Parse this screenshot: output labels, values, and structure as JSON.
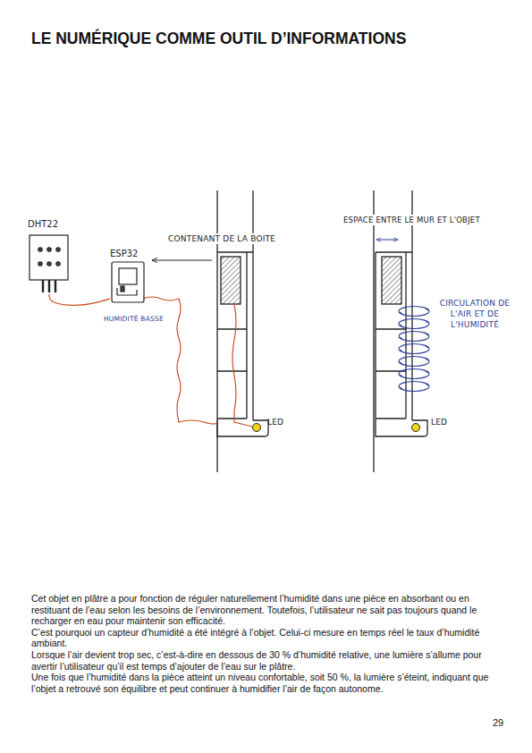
{
  "diagram": {
    "title": "LE NUMÉRIQUE COMME OUTIL D’INFORMATIONS",
    "nodes": [
      {
        "text": [
          "DHT22"
        ]
      },
      {
        "text": [
          "ESP32"
        ]
      }
    ],
    "edges": [
      {
        "from": 0,
        "to": 1,
        "arrow": "none"
      }
    ],
    "labels": [
      "CONTENANT DE LA BOITE",
      "HUMIDITÉ BASSE",
      "LED",
      "ESPACE ENTRE LE MUR ET L'OBJET",
      "CIRCULATION DE L'AIR ET DE L'HUMIDITÉ",
      "LED",
      "Cet objet en plâtre a pour fonction de réguler naturellement l’humidité dans une pièce en absorbant ou en restituant de l’eau selon les besoins de l’environnement. Toutefois, l’utilisateur ne sait pas toujours quand le recharger en eau pour maintenir son efficacité.",
      "C’est pourquoi un capteur d’humidité a été intégré à l’objet. Celui-ci mesure en temps réel le taux d’humidité ambiant.",
      "Lorsque l’air devient trop sec, c’est-à-dire en dessous de 30 % d’humidité relative, une lumière s’allume pour avertir l’utilisateur qu’il est temps d’ajouter de l’eau sur le plâtre.",
      "Une fois que l’humidité dans la pièce atteint un niveau confortable, soit 50 %, la lumière s’éteint, indiquant que l’objet a retrouvé son équilibre et peut continuer à humidifier l’air de façon autonome.",
      "29"
    ]
  }
}
